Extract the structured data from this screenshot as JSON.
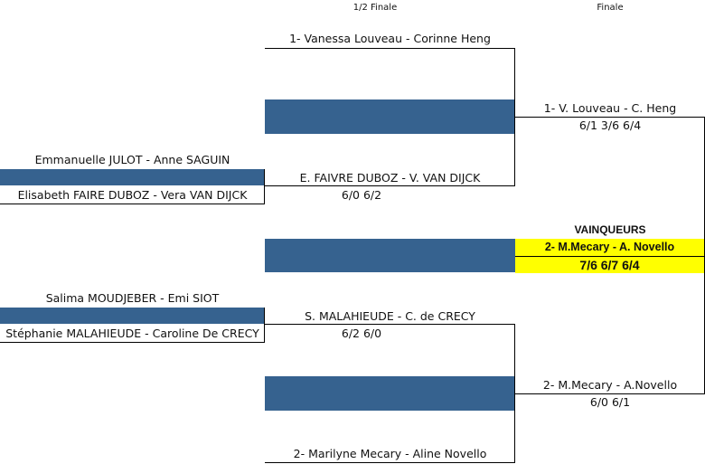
{
  "headers": {
    "semifinal": "1/2 Finale",
    "final": "Finale"
  },
  "left_matches": [
    {
      "top_pair": "Emmanuelle JULOT - Anne SAGUIN",
      "bottom_pair": "Elisabeth FAIRE DUBOZ - Vera VAN DIJCK"
    },
    {
      "top_pair": "Salima MOUDJEBER - Emi SIOT",
      "bottom_pair": "Stéphanie MALAHIEUDE - Caroline De CRECY"
    }
  ],
  "semifinal_slots": [
    {
      "pair": "1- Vanessa Louveau - Corinne Heng"
    },
    {
      "pair": "E. FAIVRE DUBOZ - V. VAN DIJCK",
      "score": "6/0 6/2"
    },
    {
      "pair": "S. MALAHIEUDE - C. de CRECY",
      "score": "6/2 6/0"
    },
    {
      "pair": "2- Marilyne Mecary - Aline Novello"
    }
  ],
  "final_slots": [
    {
      "pair": "1- V. Louveau - C. Heng",
      "score": "6/1 3/6 6/4"
    },
    {
      "pair": "2- M.Mecary - A.Novello",
      "score": "6/0 6/1"
    }
  ],
  "winner": {
    "title": "VAINQUEURS",
    "pair": "2- M.Mecary - A. Novello",
    "score": "7/6 6/7 6/4",
    "highlight_color": "#ffff00"
  },
  "colors": {
    "bar_blue": "#36628f",
    "line": "#000000"
  }
}
